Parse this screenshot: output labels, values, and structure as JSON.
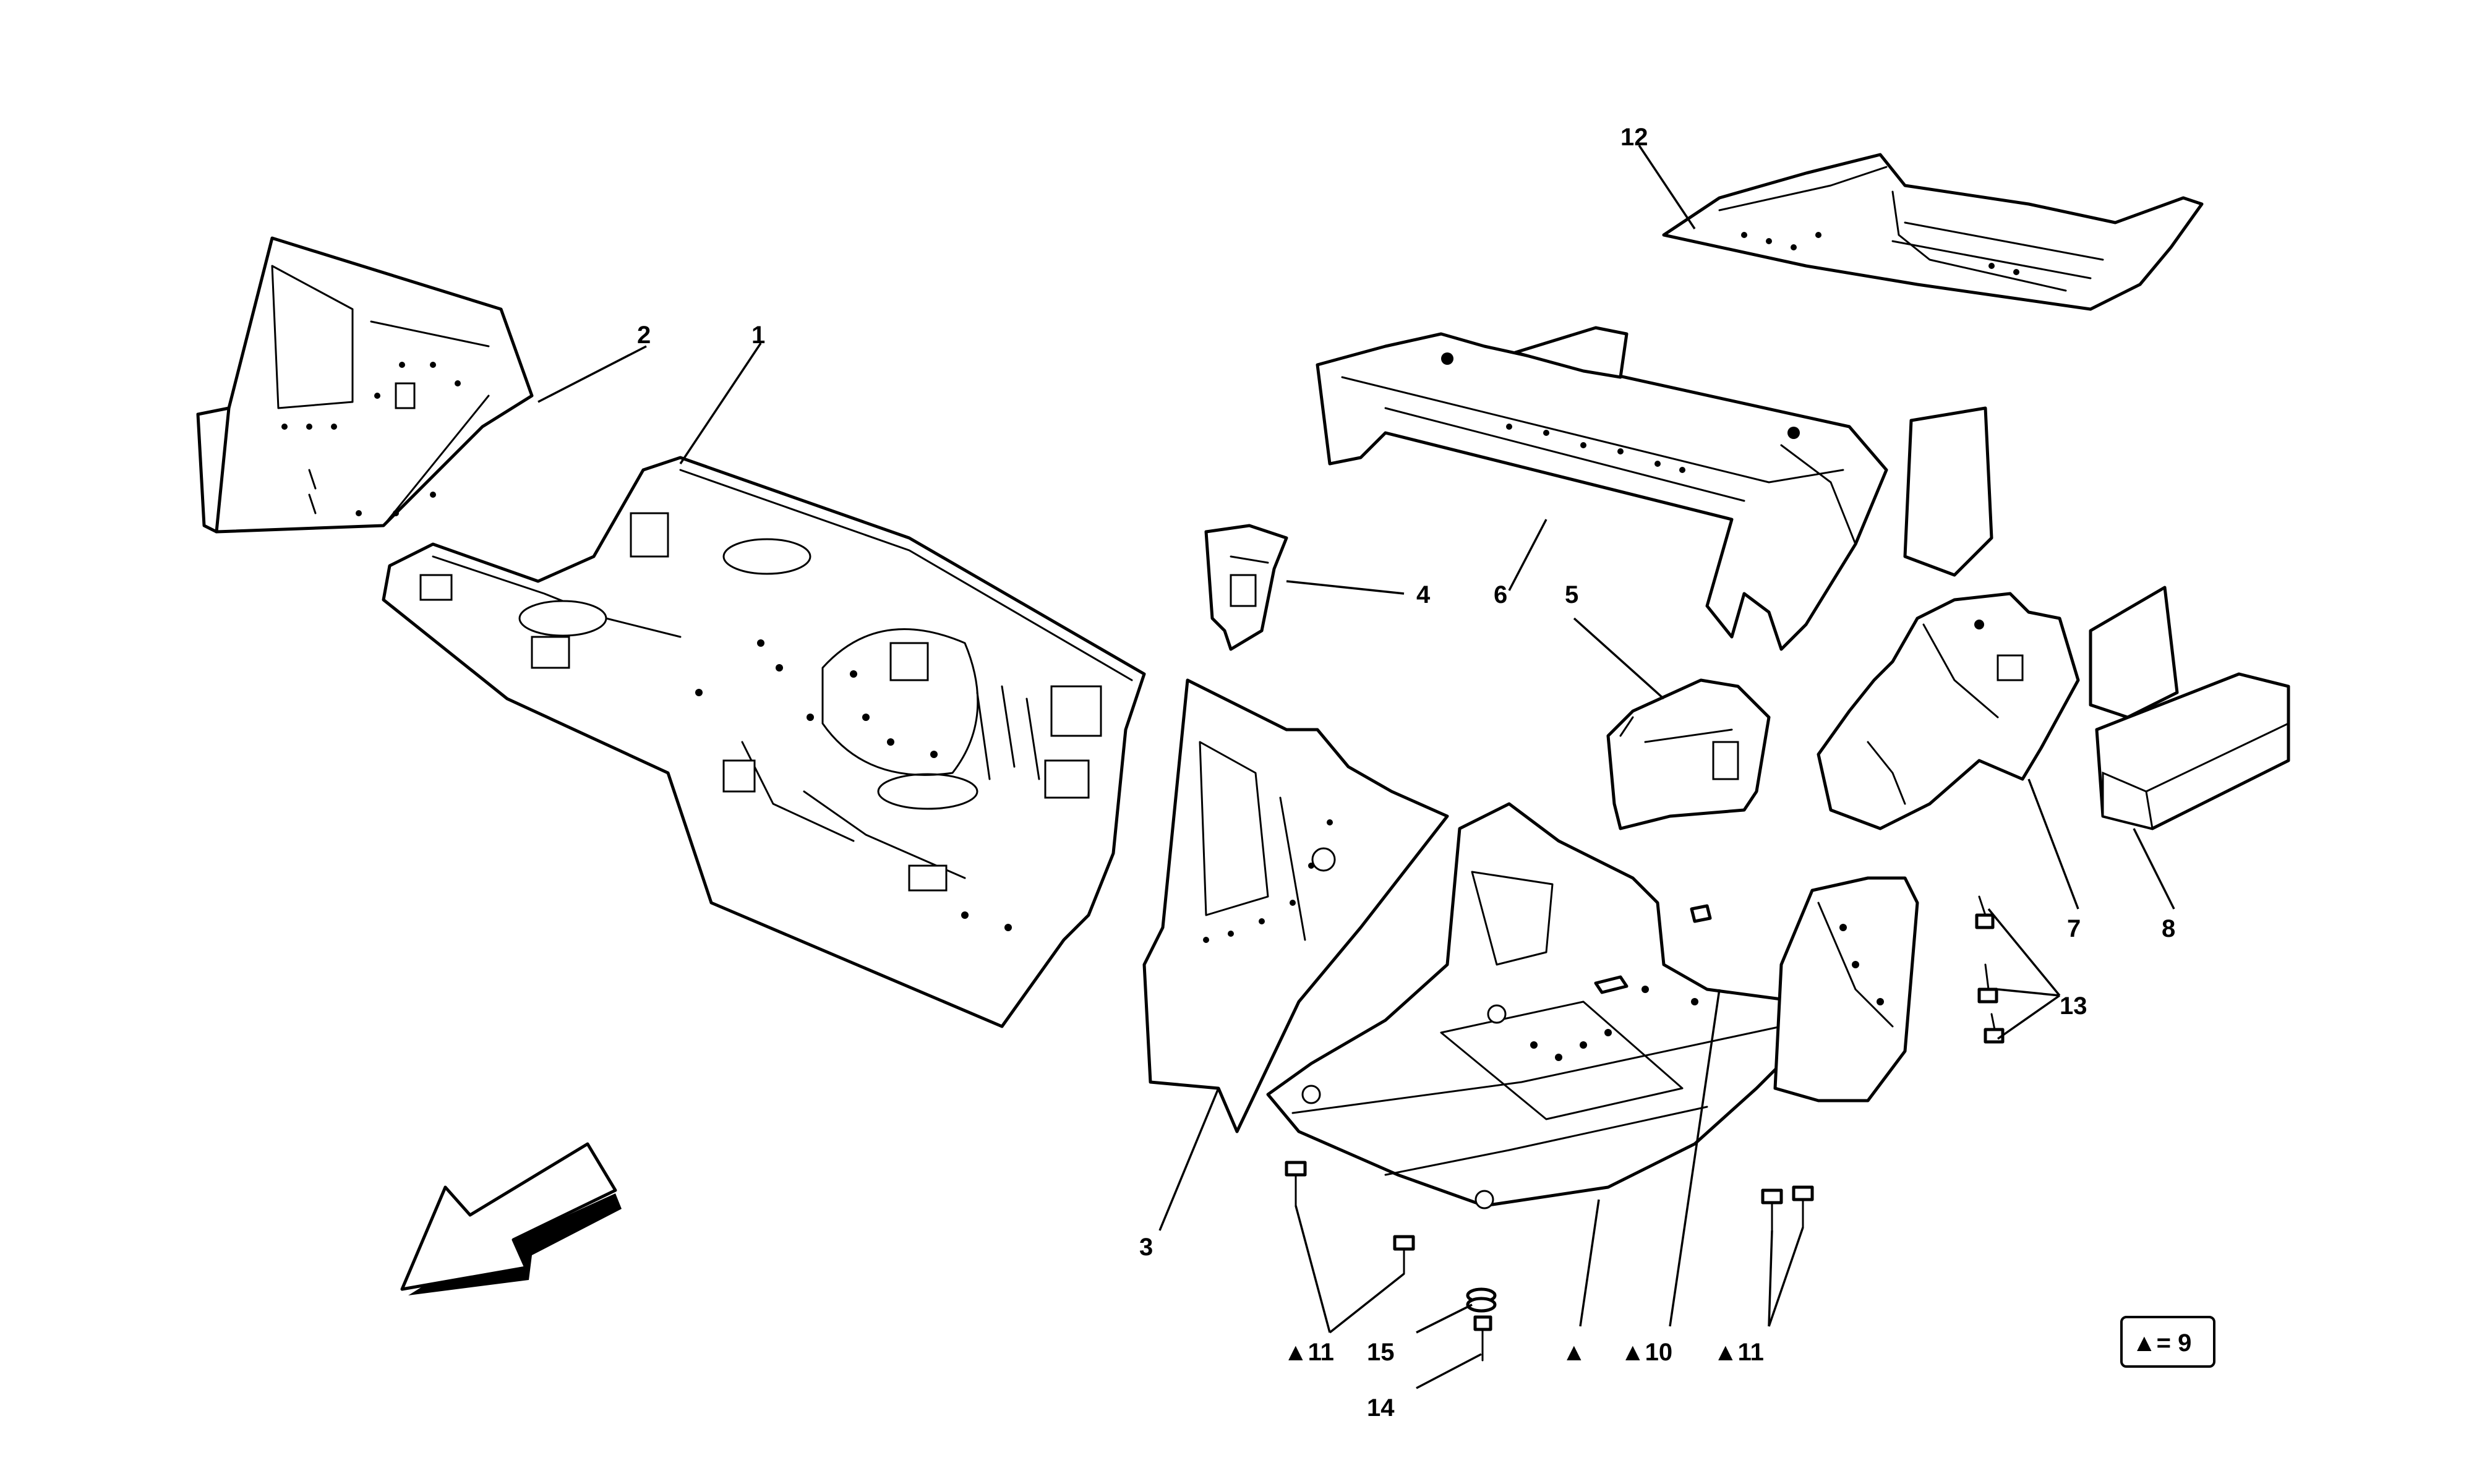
{
  "callouts": {
    "c1": "1",
    "c2": "2",
    "c3": "3",
    "c4": "4",
    "c5": "5",
    "c6": "6",
    "c7": "7",
    "c8": "8",
    "c10": "▲10",
    "c11a": "▲11",
    "c11b": "▲11",
    "c12": "12",
    "c13": "13",
    "c14": "14",
    "c15": "15",
    "ctri": "▲"
  },
  "legend": {
    "text": "▲= 9"
  },
  "colors": {
    "line": "#000000",
    "background": "#ffffff"
  },
  "icons": {
    "direction": "direction-arrow-icon"
  }
}
